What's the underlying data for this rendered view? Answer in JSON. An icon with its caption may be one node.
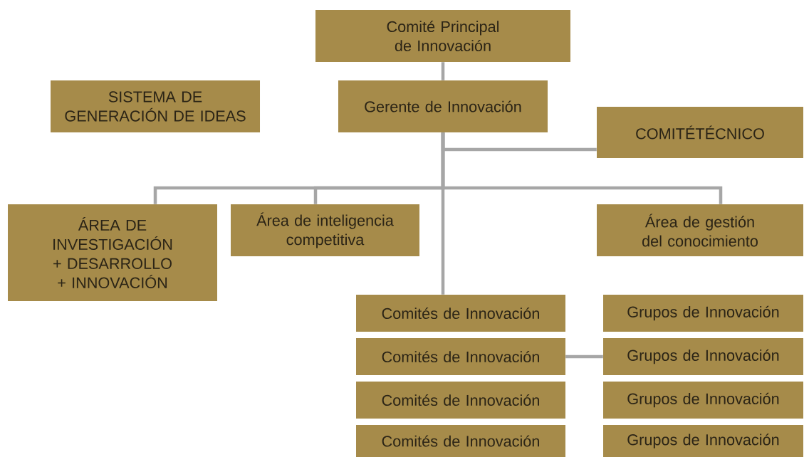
{
  "diagram": {
    "nodes": [
      {
        "text": [
          "Comité Principal de Innovación"
        ]
      },
      {
        "text": [
          "SISTEMA DE GENERACIÓN DE IDEAS"
        ]
      },
      {
        "text": [
          "Gerente de Innovación"
        ]
      },
      {
        "text": [
          "COMITÉTÉCNICO"
        ]
      },
      {
        "text": [
          "ÁREA DE INVESTIGACIÓN + DESARROLLO + INNOVACIÓN"
        ]
      },
      {
        "text": [
          "Área de inteligencia competitiva"
        ]
      },
      {
        "text": [
          "Área de gestión del conocimiento"
        ]
      },
      {
        "text": [
          "Comités de Innovación"
        ]
      },
      {
        "text": [
          "Comités de Innovación"
        ]
      },
      {
        "text": [
          "Comités de Innovación"
        ]
      },
      {
        "text": [
          "Comités de Innovación"
        ]
      },
      {
        "text": [
          "Grupos de Innovación"
        ]
      },
      {
        "text": [
          "Grupos de Innovación"
        ]
      },
      {
        "text": [
          "Grupos de Innovación"
        ]
      },
      {
        "text": [
          "Grupos de Innovación"
        ]
      }
    ],
    "edges": [
      {
        "from": 0,
        "to": 2,
        "arrow": "none"
      },
      {
        "from": 2,
        "to": 3,
        "arrow": "none"
      },
      {
        "from": 2,
        "to": 4,
        "arrow": "none"
      },
      {
        "from": 2,
        "to": 5,
        "arrow": "none"
      },
      {
        "from": 2,
        "to": 6,
        "arrow": "none"
      },
      {
        "from": 2,
        "to": 7,
        "arrow": "none"
      },
      {
        "from": 8,
        "to": 12,
        "arrow": "none"
      }
    ]
  }
}
